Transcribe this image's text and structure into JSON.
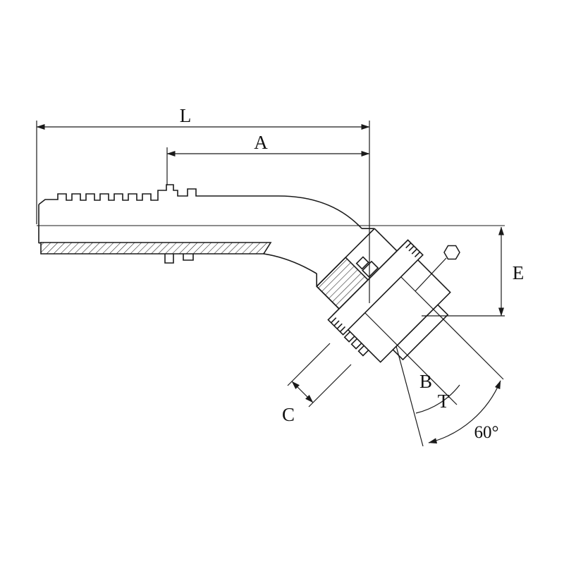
{
  "drawing": {
    "title": "45-degree elbow hose fitting technical drawing",
    "dim_labels": {
      "L": "L",
      "A": "A",
      "E": "E",
      "B": "B",
      "T": "T",
      "C": "C",
      "angle": "60°"
    },
    "symbols": {
      "hex": "hexagon-wrench-size-symbol"
    },
    "colors": {
      "line": "#1a1a1a",
      "background": "#ffffff"
    }
  }
}
